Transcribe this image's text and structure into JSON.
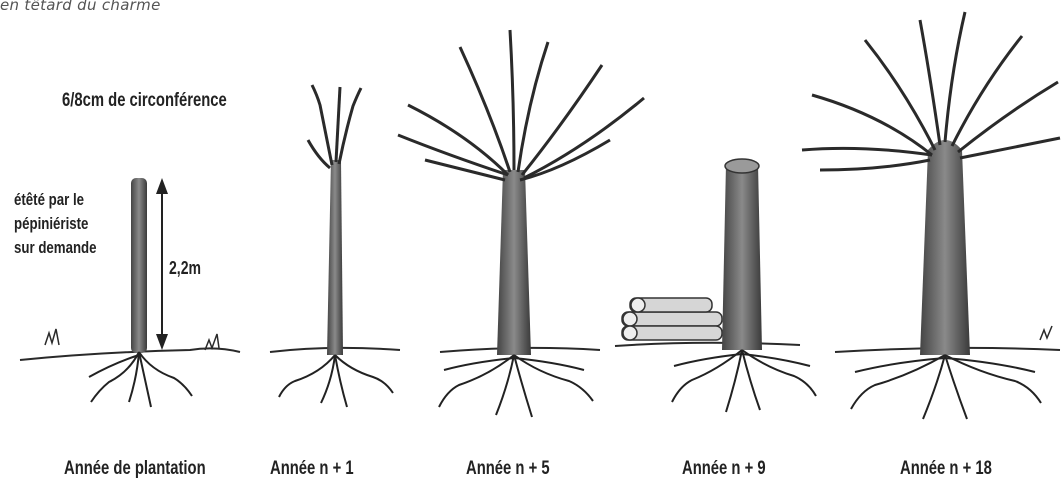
{
  "caption_top": "en têtard du charme",
  "annotations": {
    "circumference": "6/8cm de circonférence",
    "topped_line1": "étêté par le",
    "topped_line2": "pépiniériste",
    "topped_line3": "sur demande",
    "height": "2,2m"
  },
  "stages": [
    {
      "label": "Année de plantation"
    },
    {
      "label": "Année n + 1"
    },
    {
      "label": "Année n + 5"
    },
    {
      "label": "Année n + 9"
    },
    {
      "label": "Année n + 18"
    }
  ]
}
